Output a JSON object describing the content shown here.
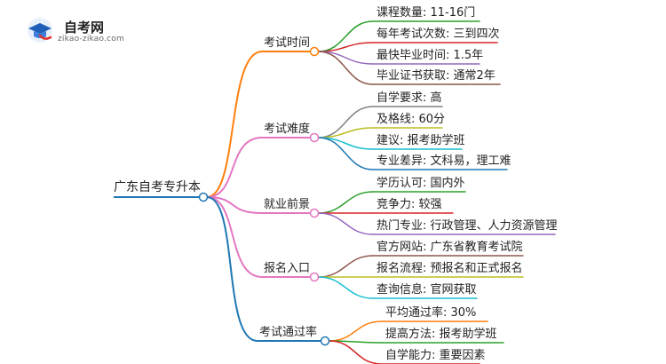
{
  "logo": {
    "title": "自考网",
    "url": "zikao-zikao.com"
  },
  "root": {
    "label": "广东自考专升本"
  },
  "branches": [
    {
      "label": "考试时间",
      "color": "#ff7f0e",
      "children": [
        {
          "label": "课程数量: 11-16门",
          "color": "#2ca02c"
        },
        {
          "label": "每年考试次数: 三到四次",
          "color": "#d62728"
        },
        {
          "label": "最快毕业时间: 1.5年",
          "color": "#9467bd"
        },
        {
          "label": "毕业证书获取: 通常2年",
          "color": "#8c564b"
        }
      ]
    },
    {
      "label": "考试难度",
      "color": "#e377c2",
      "children": [
        {
          "label": "自学要求: 高",
          "color": "#7f7f7f"
        },
        {
          "label": "及格线: 60分",
          "color": "#bcbd22"
        },
        {
          "label": "建议: 报考助学班",
          "color": "#17becf"
        },
        {
          "label": "专业差异: 文科易，理工难",
          "color": "#1f77b4"
        }
      ]
    },
    {
      "label": "就业前景",
      "color": "#e377c2",
      "children": [
        {
          "label": "学历认可: 国内外",
          "color": "#2ca02c"
        },
        {
          "label": "竞争力: 较强",
          "color": "#d62728"
        },
        {
          "label": "热门专业: 行政管理、人力资源管理",
          "color": "#9467bd"
        }
      ]
    },
    {
      "label": "报名入口",
      "color": "#e377c2",
      "children": [
        {
          "label": "官方网站: 广东省教育考试院",
          "color": "#8c564b"
        },
        {
          "label": "报名流程: 预报名和正式报名",
          "color": "#bcbd22"
        },
        {
          "label": "查询信息: 官网获取",
          "color": "#17becf"
        }
      ]
    },
    {
      "label": "考试通过率",
      "color": "#1f77b4",
      "children": [
        {
          "label": "平均通过率: 30%",
          "color": "#ff7f0e"
        },
        {
          "label": "提高方法: 报考助学班",
          "color": "#2ca02c"
        },
        {
          "label": "自学能力: 重要因素",
          "color": "#d62728"
        }
      ]
    }
  ]
}
